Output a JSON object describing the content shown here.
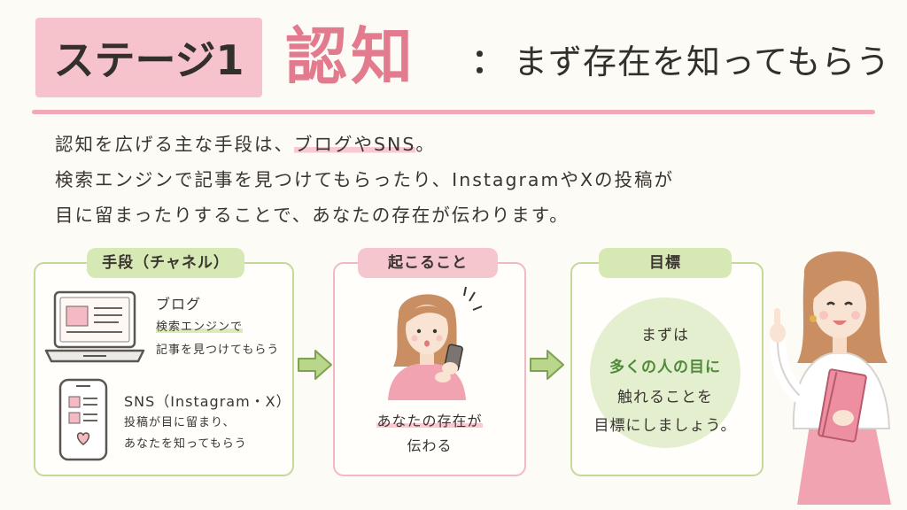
{
  "title": {
    "stage": "ステージ1",
    "main": "認知",
    "colon": "：",
    "sub": "まず存在を知ってもらう"
  },
  "intro": {
    "line1_a": "認知を広げる主な手段は、",
    "line1_b": "ブログやSNS",
    "line1_c": "。",
    "line2": "検索エンジンで記事を見つけてもらったり、InstagramやXの投稿が",
    "line3": "目に留まったりすることで、あなたの存在が伝わります。"
  },
  "panels": {
    "channels": {
      "label": "手段（チャネル）",
      "blog_title": "ブログ",
      "blog_line1": "検索エンジンで",
      "blog_line2": "記事を見つけてもらう",
      "sns_title": "SNS（Instagram・X）",
      "sns_line1": "投稿が目に留まり、",
      "sns_line2": "あなたを知ってもらう"
    },
    "happens": {
      "label": "起こること",
      "line1": "あなたの存在が",
      "line2": "伝わる"
    },
    "goal": {
      "label": "目標",
      "line1": "まずは",
      "line2": "多くの人の目に",
      "line3": "触れることを",
      "line4": "目標にしましょう。"
    }
  },
  "colors": {
    "accent_pink": "#e27b8e",
    "panel_green": "#c4d89a",
    "panel_pink": "#f1b9c4",
    "arrow_green": "#a8cc78"
  }
}
